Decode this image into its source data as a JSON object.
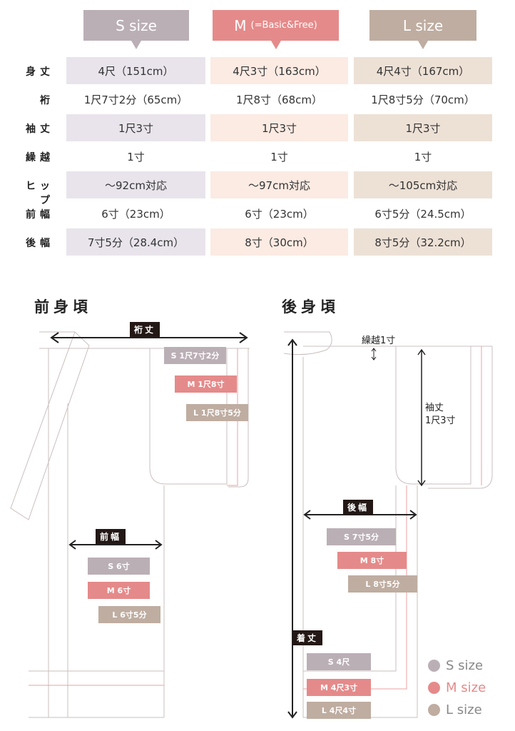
{
  "colors": {
    "s": "#bbafb6",
    "m": "#e58a8a",
    "l": "#bfada1",
    "s_bg": "#e9e4ec",
    "m_bg": "#fbebe3",
    "l_bg": "#ede1d6",
    "label": "#231815"
  },
  "headers": {
    "s": "S size",
    "m": "M",
    "m_sub": "(=Basic&Free)",
    "l": "L size"
  },
  "rows": [
    {
      "label": "身丈",
      "s": "4尺（151cm）",
      "m": "4尺3寸（163cm）",
      "l": "4尺4寸（167cm）",
      "shaded": true
    },
    {
      "label": "裄",
      "s": "1尺7寸2分（65cm）",
      "m": "1尺8寸（68cm）",
      "l": "1尺8寸5分（70cm）",
      "shaded": false
    },
    {
      "label": "袖丈",
      "s": "1尺3寸",
      "m": "1尺3寸",
      "l": "1尺3寸",
      "shaded": true
    },
    {
      "label": "繰越",
      "s": "1寸",
      "m": "1寸",
      "l": "1寸",
      "shaded": false
    },
    {
      "label": "ヒップ",
      "s": "～92cm対応",
      "m": "～97cm対応",
      "l": "～105cm対応",
      "shaded": true
    },
    {
      "label": "前幅",
      "s": "6寸（23cm）",
      "m": "6寸（23cm）",
      "l": "6寸5分（24.5cm）",
      "shaded": false
    },
    {
      "label": "後幅",
      "s": "7寸5分（28.4cm）",
      "m": "8寸（30cm）",
      "l": "8寸5分（32.2cm）",
      "shaded": true
    }
  ],
  "front": {
    "title": "前身頃",
    "yuki_label": "裄丈",
    "yuki": [
      "S 1尺7寸2分",
      "M 1尺8寸",
      "L 1尺8寸5分"
    ],
    "maehaba_label": "前幅",
    "maehaba": [
      "S 6寸",
      "M 6寸",
      "L 6寸5分"
    ]
  },
  "back": {
    "title": "後身頃",
    "kurikoshi": "繰越1寸",
    "sodetake": [
      "袖丈",
      "1尺3寸"
    ],
    "ushirohaba_label": "後幅",
    "ushirohaba": [
      "S 7寸5分",
      "M 8寸",
      "L 8寸5分"
    ],
    "kitake_label": "着丈",
    "kitake": [
      "S 4尺",
      "M 4尺3寸",
      "L 4尺4寸"
    ]
  },
  "legend": [
    "S size",
    "M size",
    "L size"
  ]
}
